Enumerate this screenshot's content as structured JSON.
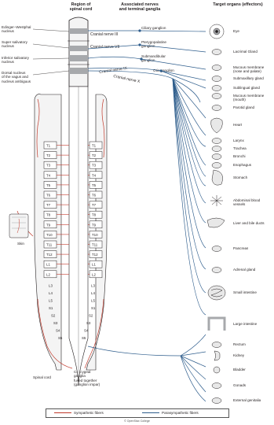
{
  "headers": {
    "region": "Region of\nspinal cord",
    "ganglia": "Associated nerves\nand terminal ganglia",
    "targets": "Target organs (effectors)"
  },
  "left_labels": {
    "edinger": "Edinger–Westphal\nnucleus",
    "super": "Super salivatory\nnucleus",
    "inferior": "Inferior salivatory\nnucleus",
    "dorsal": "Dorsal nucleus\nof the vagus and\nnucleus ambiguus",
    "skin": "Skin",
    "spinal_cord": "Spinal cord",
    "coccygeal": "Coccygeal\nganglia\nfused together\n(ganglion impar)"
  },
  "nerves": {
    "n3": "Cranial nerve III",
    "n7": "Cranial nerve VII",
    "n9": "Cranial nerve IX",
    "n10": "Cranial nerve X"
  },
  "ganglia": {
    "ciliary": "Ciliary ganglion",
    "pterygo": "Pterygopalatine\nganglion",
    "submand": "Submandibular\nganglion",
    "otic": "Otic ganglion"
  },
  "segments": [
    "T1",
    "T2",
    "T3",
    "T4",
    "T5",
    "T6",
    "T7",
    "T8",
    "T9",
    "T10",
    "T11",
    "T12",
    "L1",
    "L2"
  ],
  "lumbar_sacral": [
    "L3",
    "L4",
    "L5",
    "S1",
    "S2",
    "S3",
    "S4",
    "S5"
  ],
  "targets": [
    {
      "name": "Eye",
      "icon": "eye-icon"
    },
    {
      "name": "Lacrimal Gland",
      "icon": "lacrimal-gland-icon"
    },
    {
      "name": "Mucous membrane\n(nose and palate)",
      "icon": "mucous-membrane-icon"
    },
    {
      "name": "Submaxillary gland",
      "icon": "submaxillary-gland-icon"
    },
    {
      "name": "Sublingual gland",
      "icon": "sublingual-gland-icon"
    },
    {
      "name": "Mucous membrane\n(mouth)",
      "icon": "mouth-membrane-icon"
    },
    {
      "name": "Parotid gland",
      "icon": "parotid-gland-icon"
    },
    {
      "name": "Heart",
      "icon": "heart-icon"
    },
    {
      "name": "Larynx",
      "icon": "larynx-icon"
    },
    {
      "name": "Trachea",
      "icon": "trachea-icon"
    },
    {
      "name": "Bronchi",
      "icon": "bronchi-icon"
    },
    {
      "name": "Esophagus",
      "icon": "esophagus-icon"
    },
    {
      "name": "Stomach",
      "icon": "stomach-icon"
    },
    {
      "name": "Abdominal blood\nvessels",
      "icon": "blood-vessels-icon"
    },
    {
      "name": "Liver and bile ducts",
      "icon": "liver-icon"
    },
    {
      "name": "Pancreas",
      "icon": "pancreas-icon"
    },
    {
      "name": "Adrenal gland",
      "icon": "adrenal-gland-icon"
    },
    {
      "name": "Small intestine",
      "icon": "small-intestine-icon"
    },
    {
      "name": "Large intestine",
      "icon": "large-intestine-icon"
    },
    {
      "name": "Rectum",
      "icon": "rectum-icon"
    },
    {
      "name": "Kidney",
      "icon": "kidney-icon"
    },
    {
      "name": "Bladder",
      "icon": "bladder-icon"
    },
    {
      "name": "Gonads",
      "icon": "gonads-icon"
    },
    {
      "name": "External genitalia",
      "icon": "genitalia-icon"
    }
  ],
  "legend": {
    "sympathetic": "Sympathetic fibers",
    "parasympathetic": "Parasympathetic fibers"
  },
  "credit": "© OpenStax College",
  "colors": {
    "sympathetic": "#c0392b",
    "parasympathetic": "#2e5d8c",
    "cord_fill": "#f4f4f4",
    "gray_band": "#a7a9ac"
  }
}
